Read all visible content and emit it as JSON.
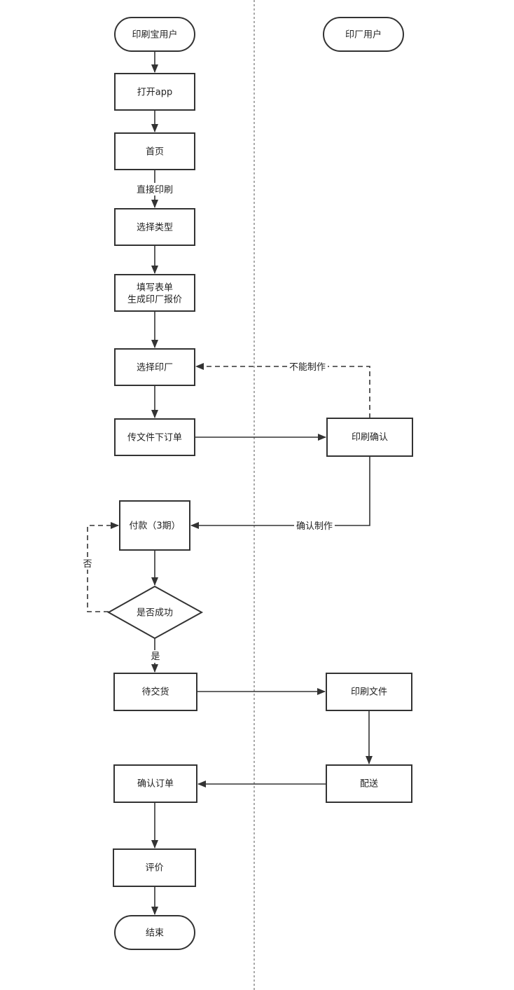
{
  "lanes": {
    "left": "印刷宝用户",
    "right": "印厂用户"
  },
  "nodes": {
    "open_app": "打开app",
    "home": "首页",
    "choose_type": "选择类型",
    "fill_form": [
      "填写表单",
      "生成印厂报价"
    ],
    "choose_factory": "选择印厂",
    "upload_order": "传文件下订单",
    "print_confirm": "印刷确认",
    "payment": "付款（3期）",
    "success_check": "是否成功",
    "await_delivery": "待交货",
    "print_file": "印刷文件",
    "delivery": "配送",
    "confirm_order": "确认订单",
    "review": "评价",
    "end": "结束"
  },
  "edge_labels": {
    "direct_print": "直接印刷",
    "cannot_make": "不能制作",
    "confirm_make": "确认制作",
    "no": "否",
    "yes": "是"
  }
}
